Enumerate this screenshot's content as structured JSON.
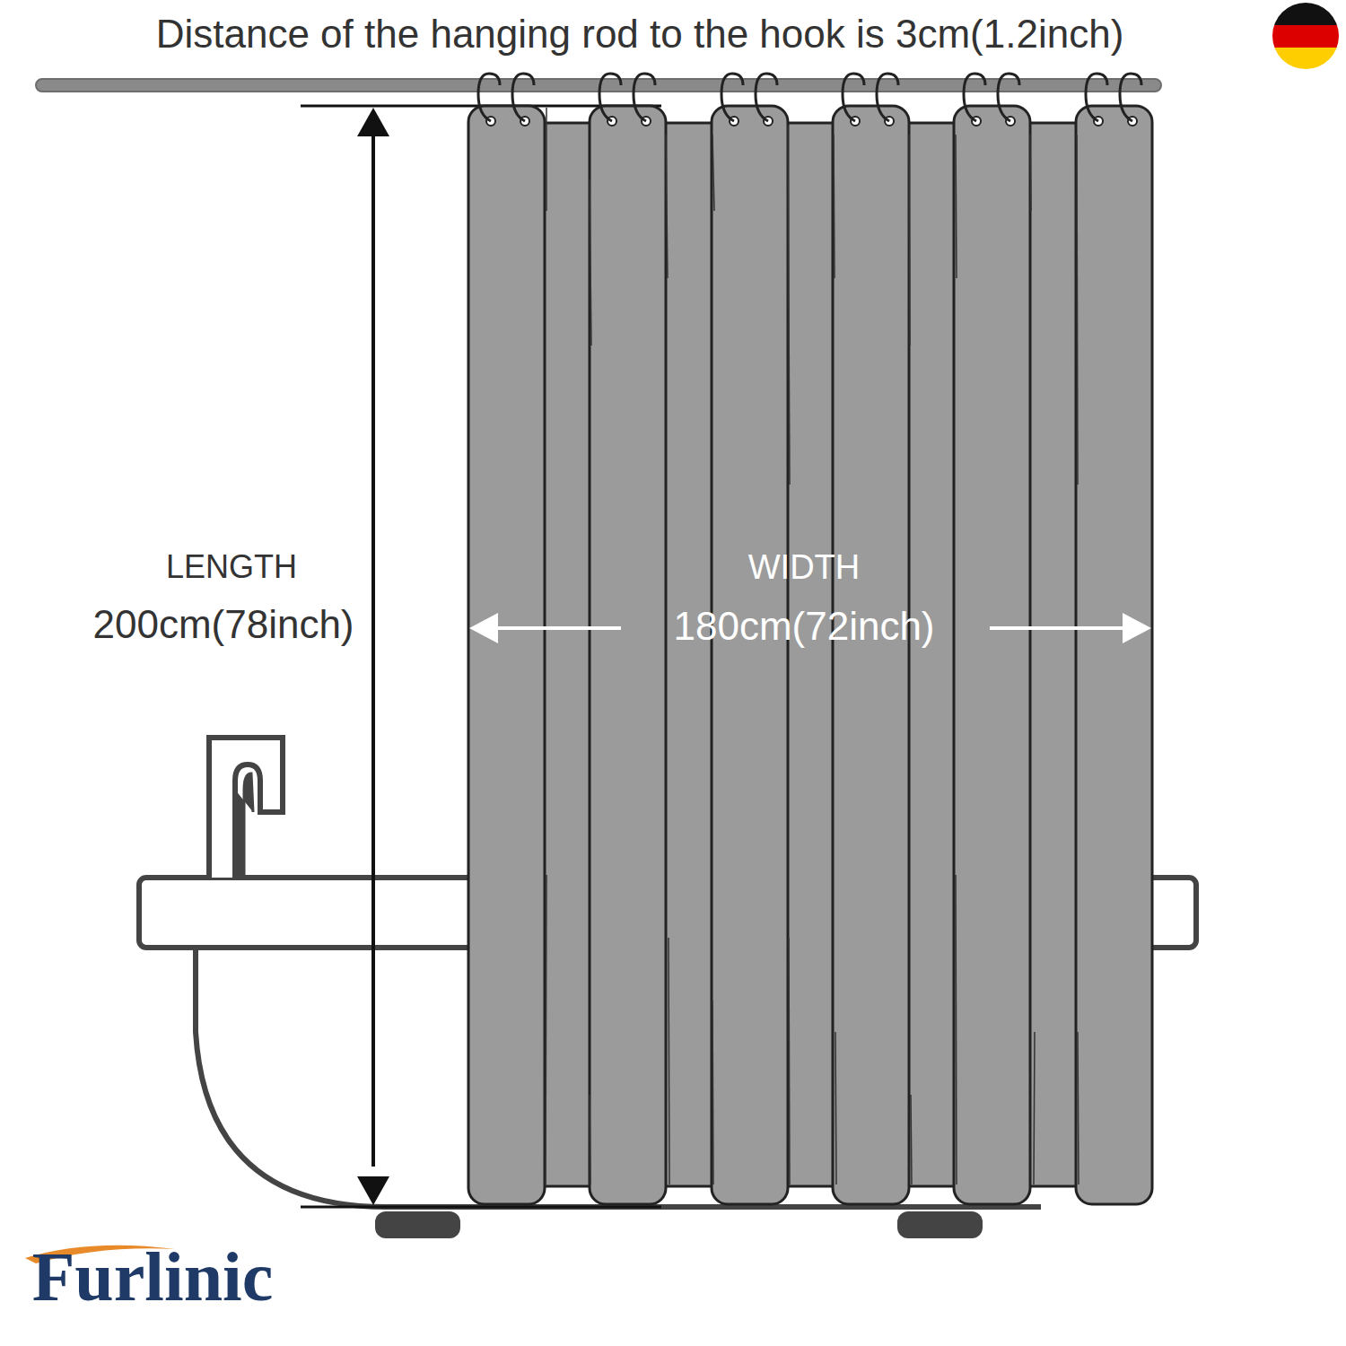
{
  "diagram": {
    "nodes": [
      {
        "text": [
          "WIDTH",
          "180cm(72inch)"
        ]
      }
    ],
    "labels": [
      "Distance of the hanging rod to the hook is 3cm(1.2inch)",
      "LENGTH",
      "200cm(78inch)",
      "Furlinic"
    ]
  }
}
